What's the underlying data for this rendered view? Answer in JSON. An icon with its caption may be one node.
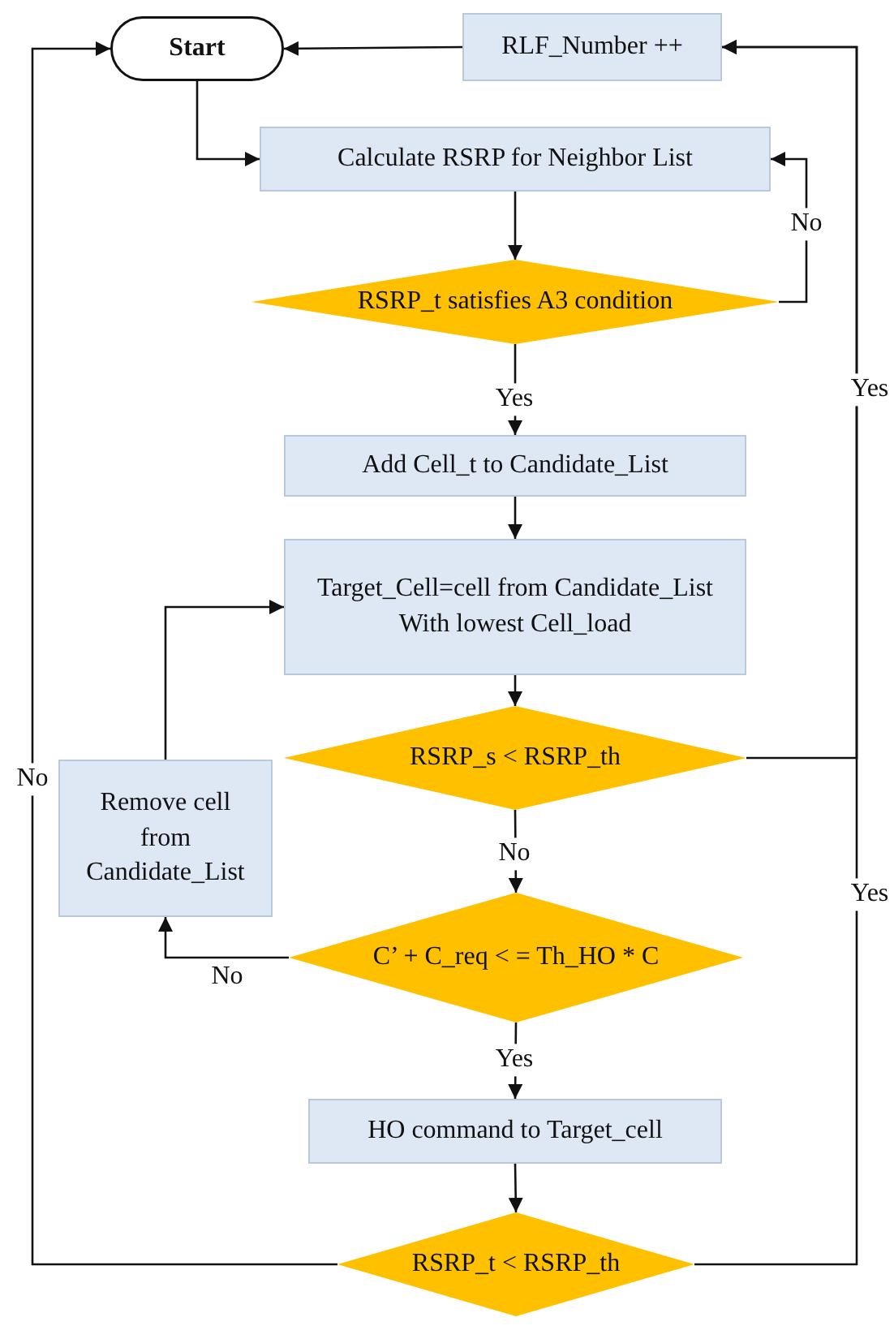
{
  "diagram": {
    "nodes": [
      {
        "text": [
          "Start"
        ]
      },
      {
        "text": [
          "RLF_Number ++"
        ]
      },
      {
        "text": [
          "Calculate RSRP for Neighbor List"
        ]
      },
      {
        "text": [
          "RSRP_t satisfies A3 condition"
        ]
      },
      {
        "text": [
          "Add Cell_t to Candidate_List"
        ]
      },
      {
        "text": [
          "Target_Cell=cell from Candidate_List With lowest Cell_load"
        ]
      },
      {
        "text": [
          "RSRP_s <  RSRP_th"
        ]
      },
      {
        "text": [
          "Remove cell from Candidate_List"
        ]
      },
      {
        "text": [
          "C’ + C_req < = Th_HO * C"
        ]
      },
      {
        "text": [
          "HO command to Target_cell"
        ]
      },
      {
        "text": [
          "RSRP_t <  RSRP_th"
        ]
      }
    ],
    "edges": [
      {
        "from": 0,
        "to": 2,
        "arrow": "to"
      },
      {
        "from": 1,
        "to": 0,
        "arrow": "to"
      },
      {
        "from": 2,
        "to": 3,
        "arrow": "to"
      },
      {
        "from": 3,
        "to": 2,
        "arrow": "to",
        "label": "No"
      },
      {
        "from": 3,
        "to": 4,
        "arrow": "to",
        "label": "Yes"
      },
      {
        "from": 4,
        "to": 5,
        "arrow": "to"
      },
      {
        "from": 5,
        "to": 6,
        "arrow": "to"
      },
      {
        "from": 6,
        "to": 1,
        "arrow": "to",
        "label": "Yes"
      },
      {
        "from": 6,
        "to": 8,
        "arrow": "to",
        "label": "No"
      },
      {
        "from": 8,
        "to": 7,
        "arrow": "to",
        "label": "No"
      },
      {
        "from": 7,
        "to": 5,
        "arrow": "to"
      },
      {
        "from": 8,
        "to": 9,
        "arrow": "to",
        "label": "Yes"
      },
      {
        "from": 9,
        "to": 10,
        "arrow": "to"
      },
      {
        "from": 10,
        "to": 1,
        "arrow": "to",
        "label": "Yes"
      },
      {
        "from": 10,
        "to": 0,
        "arrow": "to",
        "label": "No"
      }
    ]
  }
}
